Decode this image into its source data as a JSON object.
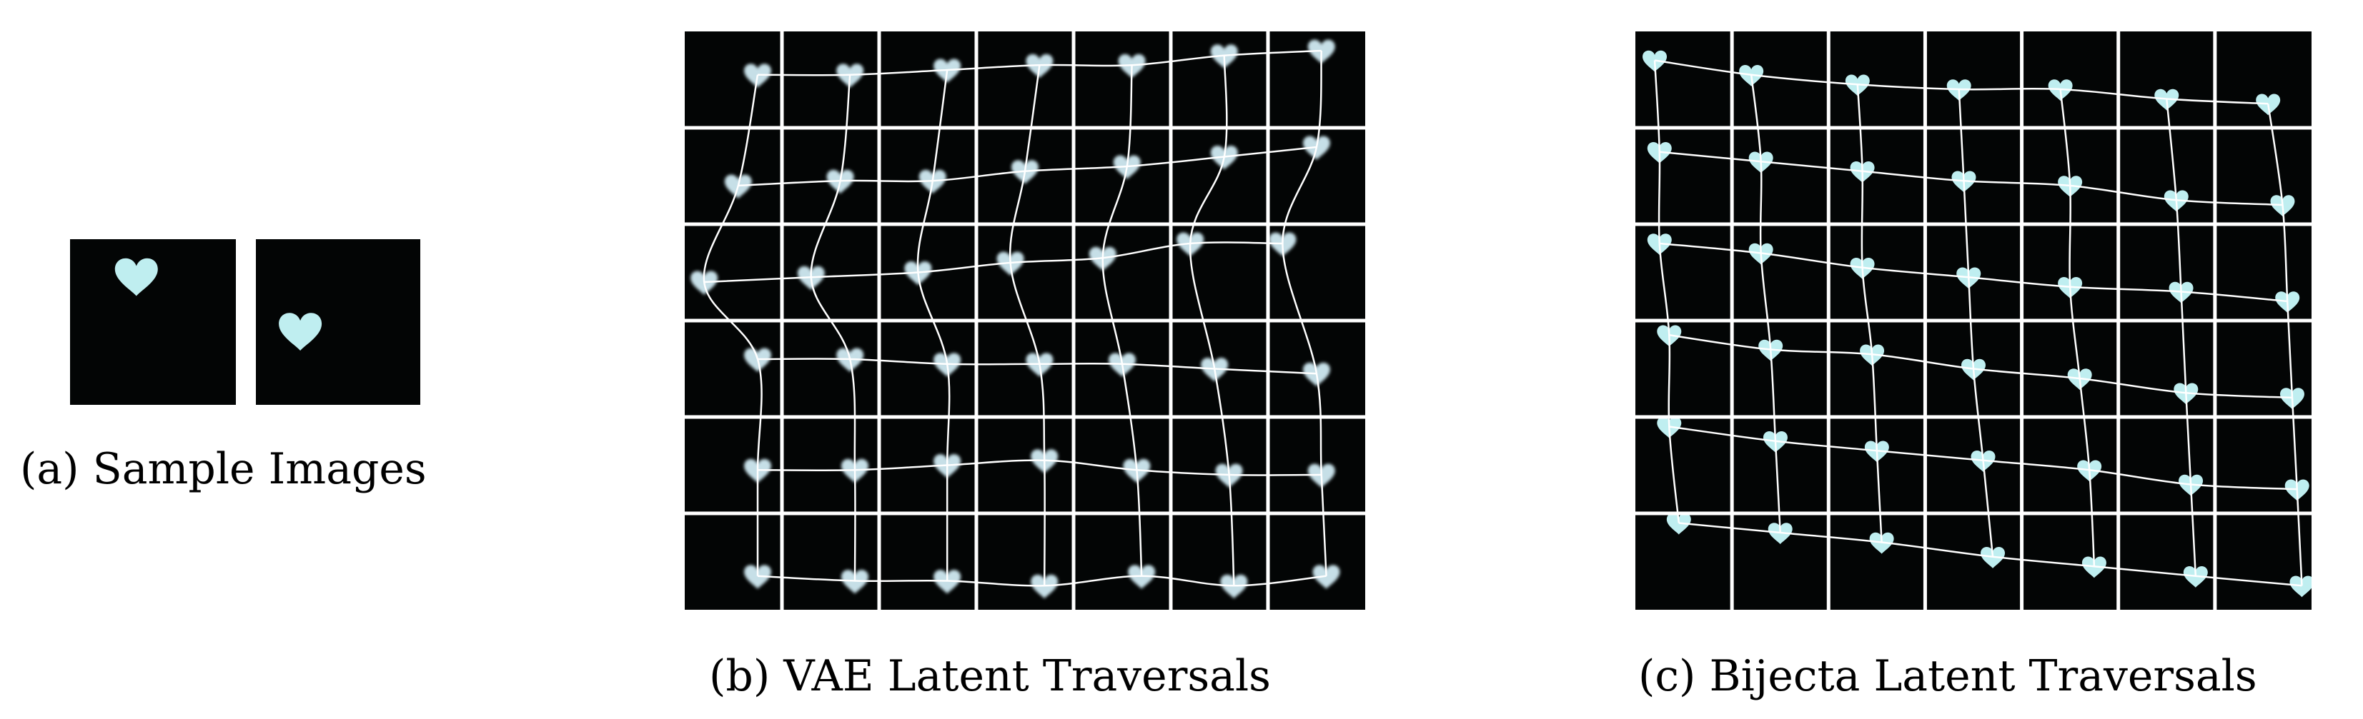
{
  "captions": {
    "a": "(a) Sample Images",
    "b": "(b) VAE Latent Traversals",
    "c": "(c) Bijecta Latent Traversals"
  },
  "samples": [
    {
      "row": 0.22,
      "col": 0.4
    },
    {
      "row": 0.55,
      "col": 0.27
    }
  ],
  "vae": {
    "rows": 6,
    "cols": 7,
    "points": [
      [
        [
          0.75,
          0.45
        ],
        [
          0.7,
          0.45
        ],
        [
          0.7,
          0.4
        ],
        [
          0.65,
          0.35
        ],
        [
          0.6,
          0.35
        ],
        [
          0.55,
          0.25
        ],
        [
          0.55,
          0.2
        ]
      ],
      [
        [
          0.55,
          0.6
        ],
        [
          0.6,
          0.55
        ],
        [
          0.55,
          0.55
        ],
        [
          0.5,
          0.45
        ],
        [
          0.55,
          0.4
        ],
        [
          0.55,
          0.3
        ],
        [
          0.5,
          0.2
        ]
      ],
      [
        [
          0.2,
          0.6
        ],
        [
          0.3,
          0.55
        ],
        [
          0.4,
          0.5
        ],
        [
          0.35,
          0.4
        ],
        [
          0.3,
          0.35
        ],
        [
          0.2,
          0.2
        ],
        [
          0.15,
          0.2
        ]
      ],
      [
        [
          0.75,
          0.4
        ],
        [
          0.7,
          0.4
        ],
        [
          0.7,
          0.45
        ],
        [
          0.65,
          0.45
        ],
        [
          0.5,
          0.45
        ],
        [
          0.45,
          0.5
        ],
        [
          0.5,
          0.55
        ]
      ],
      [
        [
          0.75,
          0.55
        ],
        [
          0.75,
          0.55
        ],
        [
          0.7,
          0.5
        ],
        [
          0.7,
          0.45
        ],
        [
          0.65,
          0.55
        ],
        [
          0.6,
          0.6
        ],
        [
          0.55,
          0.6
        ]
      ],
      [
        [
          0.75,
          0.65
        ],
        [
          0.75,
          0.7
        ],
        [
          0.7,
          0.7
        ],
        [
          0.7,
          0.75
        ],
        [
          0.7,
          0.65
        ],
        [
          0.65,
          0.75
        ],
        [
          0.6,
          0.65
        ]
      ]
    ]
  },
  "bijecta": {
    "rows": 6,
    "cols": 7,
    "points": [
      [
        [
          0.2,
          0.3
        ],
        [
          0.2,
          0.45
        ],
        [
          0.3,
          0.55
        ],
        [
          0.35,
          0.6
        ],
        [
          0.4,
          0.6
        ],
        [
          0.5,
          0.7
        ],
        [
          0.55,
          0.75
        ]
      ],
      [
        [
          0.25,
          0.25
        ],
        [
          0.3,
          0.35
        ],
        [
          0.35,
          0.45
        ],
        [
          0.4,
          0.55
        ],
        [
          0.5,
          0.6
        ],
        [
          0.6,
          0.75
        ],
        [
          0.7,
          0.8
        ]
      ],
      [
        [
          0.25,
          0.2
        ],
        [
          0.3,
          0.3
        ],
        [
          0.35,
          0.45
        ],
        [
          0.45,
          0.55
        ],
        [
          0.5,
          0.65
        ],
        [
          0.65,
          0.7
        ],
        [
          0.75,
          0.8
        ]
      ],
      [
        [
          0.35,
          0.15
        ],
        [
          0.4,
          0.3
        ],
        [
          0.45,
          0.35
        ],
        [
          0.5,
          0.5
        ],
        [
          0.6,
          0.6
        ],
        [
          0.7,
          0.75
        ],
        [
          0.8,
          0.8
        ]
      ],
      [
        [
          0.35,
          0.1
        ],
        [
          0.45,
          0.25
        ],
        [
          0.5,
          0.35
        ],
        [
          0.6,
          0.45
        ],
        [
          0.7,
          0.55
        ],
        [
          0.75,
          0.7
        ],
        [
          0.85,
          0.75
        ]
      ],
      [
        [
          0.45,
          0.1
        ],
        [
          0.5,
          0.2
        ],
        [
          0.55,
          0.3
        ],
        [
          0.7,
          0.45
        ],
        [
          0.75,
          0.55
        ],
        [
          0.8,
          0.65
        ],
        [
          0.9,
          0.75
        ]
      ]
    ]
  },
  "colors": {
    "panel": "#030505",
    "divider": "#ffffff",
    "heart": "#bfeef0",
    "heart_blur": "#c6dfe7",
    "curve": "#ffffff"
  }
}
